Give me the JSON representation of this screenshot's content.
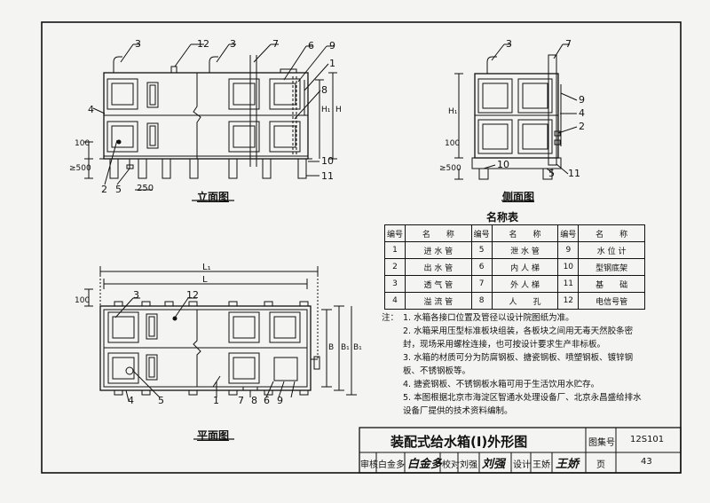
{
  "views": {
    "elevation_title": "立面图",
    "side_title": "侧面图",
    "plan_title": "平面图"
  },
  "dims": {
    "base_100": "100",
    "support_500": "≥500",
    "gap_250": "250",
    "H": "H",
    "H1": "H₁",
    "L": "L",
    "L1": "L₁",
    "B": "B",
    "B1": "B₁"
  },
  "callouts": [
    "1",
    "2",
    "3",
    "4",
    "5",
    "6",
    "7",
    "8",
    "9",
    "10",
    "11",
    "12"
  ],
  "parts_table": {
    "title": "名称表",
    "head": [
      "编号",
      "名　　称",
      "编号",
      "名　　称",
      "编号",
      "名　　称"
    ],
    "rows": [
      [
        "1",
        "进 水 管",
        "5",
        "泄 水 管",
        "9",
        "水 位 计"
      ],
      [
        "2",
        "出 水 管",
        "6",
        "内 人 梯",
        "10",
        "型钢底架"
      ],
      [
        "3",
        "透 气 管",
        "7",
        "外 人 梯",
        "11",
        "基　　础"
      ],
      [
        "4",
        "溢 流 管",
        "8",
        "人　　孔",
        "12",
        "电信号管"
      ]
    ]
  },
  "notes": {
    "head": "注：",
    "items": [
      {
        "n": "1.",
        "text": "水箱各接口位置及管径以设计院图纸为准。"
      },
      {
        "n": "2.",
        "text": "水箱采用压型标准板块组装，各板块之间用无毒天然胶条密封，现场采用螺栓连接，也可按设计要求生产非标板。"
      },
      {
        "n": "3.",
        "text": "水箱的材质可分为防腐钢板、搪瓷钢板、喷塑钢板、镀锌钢板、不锈钢板等。"
      },
      {
        "n": "4.",
        "text": "搪瓷钢板、不锈钢板水箱可用于生活饮用水贮存。"
      },
      {
        "n": "5.",
        "text": "本图根据北京市海淀区智通水处理设备厂、北京永昌盛给排水设备厂提供的技术资料编制。"
      }
    ]
  },
  "title_block": {
    "title": "装配式给水箱(Ⅰ)外形图",
    "atlas_label": "图集号",
    "atlas_no": "12S101",
    "review_label": "审核",
    "review_name": "白金多",
    "review_sig": "白金多",
    "check_label": "校对",
    "check_name": "刘强",
    "check_sig": "刘强",
    "design_label": "设计",
    "design_name": "王娇",
    "design_sig": "王娇",
    "page_label": "页",
    "page_no": "43"
  }
}
